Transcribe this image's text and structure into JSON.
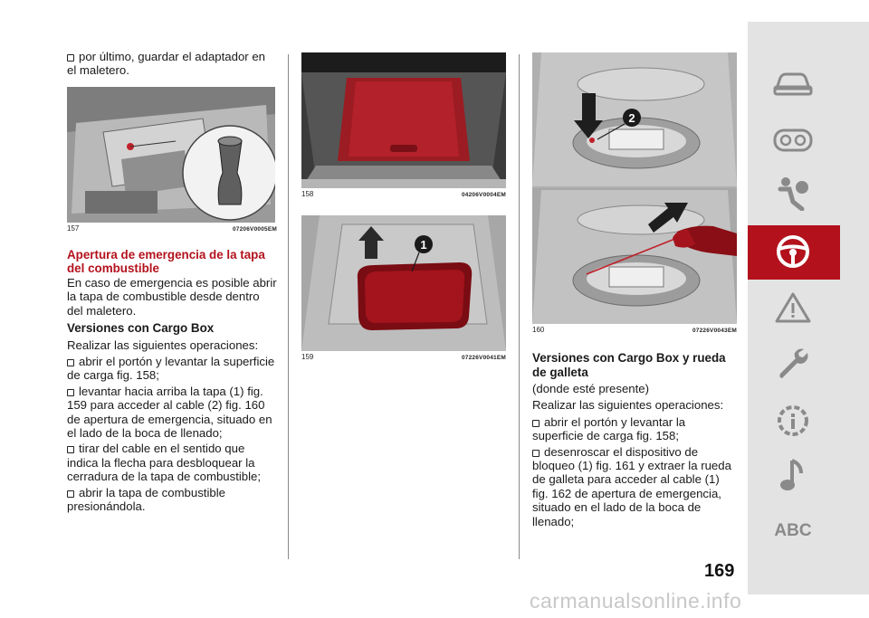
{
  "col1": {
    "bullet_intro": "por último, guardar el adaptador en el maletero.",
    "fig157": {
      "num": "157",
      "code": "07206V0005EM"
    },
    "heading": "Apertura de emergencia de la tapa del combustible",
    "para": "En caso de emergencia es posible abrir la tapa de combustible desde dentro del maletero.",
    "subheading": "Versiones con Cargo Box",
    "intro": "Realizar las siguientes operaciones:",
    "bullets": [
      "abrir el portón y levantar la superficie de carga fig. 158;",
      "levantar hacia arriba la tapa (1) fig. 159 para acceder al cable (2) fig. 160 de apertura de emergencia, situado en el lado de la boca de llenado;",
      "tirar del cable en el sentido que indica la flecha para desbloquear la cerradura de la tapa de combustible;",
      "abrir la tapa de combustible presionándola."
    ]
  },
  "col2": {
    "fig158": {
      "num": "158",
      "code": "04206V0004EM"
    },
    "fig159": {
      "num": "159",
      "code": "07226V0041EM",
      "callout": "1"
    }
  },
  "col3": {
    "fig160": {
      "num": "160",
      "code": "07226V0043EM",
      "callout": "2"
    },
    "subheading": "Versiones con Cargo Box y rueda de galleta",
    "note": "(donde esté presente)",
    "intro": "Realizar las siguientes operaciones:",
    "bullets": [
      "abrir el portón y levantar la superficie de carga fig. 158;",
      "desenroscar el dispositivo de bloqueo (1) fig. 161 y extraer la rueda de galleta para acceder al cable (1) fig. 162 de apertura de emergencia, situado en el lado de la boca de llenado;"
    ]
  },
  "page_number": "169",
  "watermark": "carmanualsonline.info",
  "sidebar": {
    "icons": [
      "car-icon",
      "gauge-icon",
      "airbag-icon",
      "steering-wheel-icon",
      "warning-icon",
      "wrench-icon",
      "service-icon",
      "music-note-icon",
      "abc-icon"
    ],
    "abc_label": "ABC",
    "active_color": "#b3121d"
  }
}
